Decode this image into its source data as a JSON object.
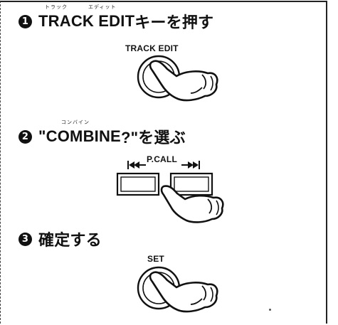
{
  "steps": [
    {
      "number": "1",
      "title_pre": "",
      "title_word": "TRACK EDIT",
      "title_post": " キーを押す",
      "ruby_1": "トラック",
      "ruby_2": "エディット",
      "key_label": "TRACK EDIT"
    },
    {
      "number": "2",
      "title_pre": "\"",
      "title_word": "COMBINE",
      "title_post": " ?\"を選ぶ",
      "ruby": "コンバイン",
      "key_label": "P.CALL",
      "left_key_icon": "skip-back-icon",
      "right_key_icon": "skip-forward-icon"
    },
    {
      "number": "3",
      "title": "確定する",
      "key_label": "SET"
    }
  ]
}
